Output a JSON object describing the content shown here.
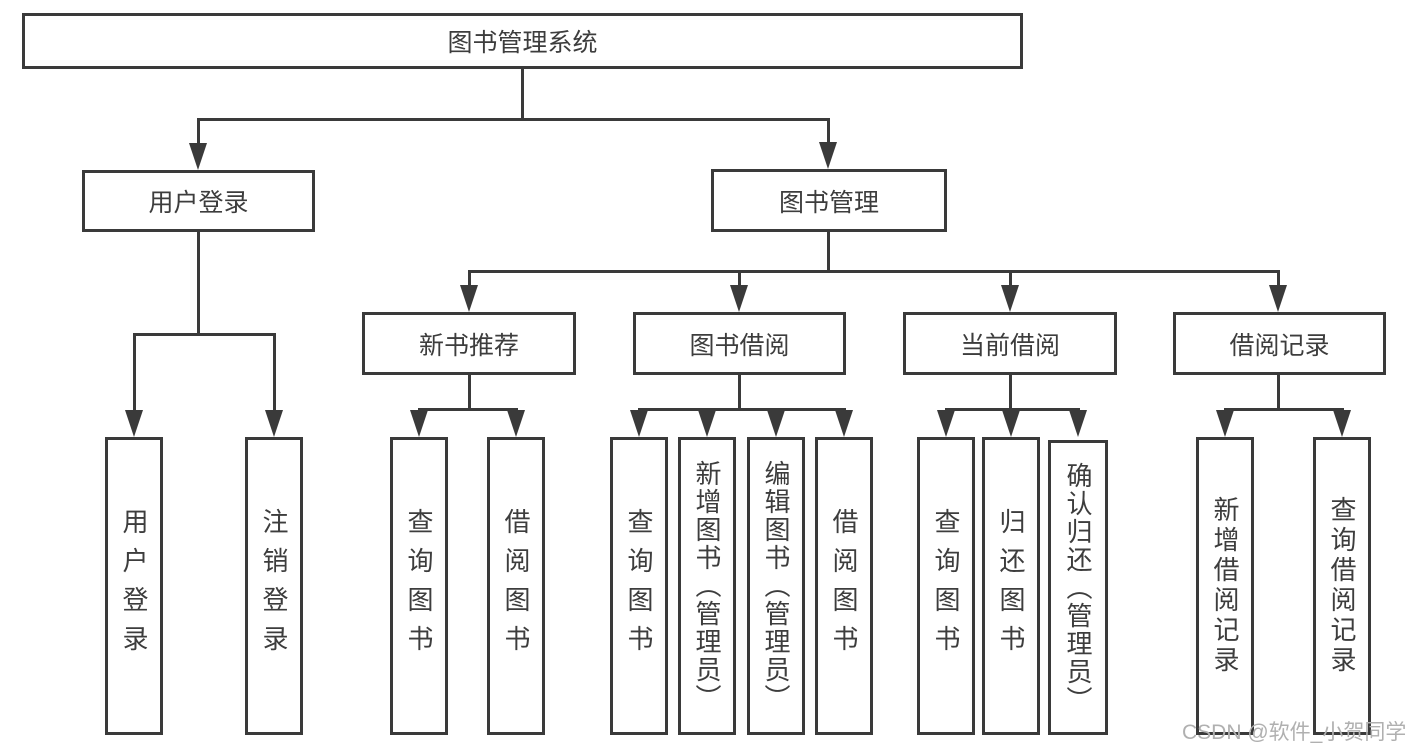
{
  "colors": {
    "line": "#3a3a3a",
    "box_border": "#3a3a3a",
    "text": "#3d3d3d",
    "watermark": "#b0b0b0",
    "background": "#ffffff"
  },
  "watermark": {
    "text": "CSDN @软件_小贺同学"
  },
  "tree": {
    "label": "图书管理系统",
    "children": [
      {
        "label": "用户登录",
        "children": [
          {
            "label": "用户登录"
          },
          {
            "label": "注销登录"
          }
        ]
      },
      {
        "label": "图书管理",
        "children": [
          {
            "label": "新书推荐",
            "children": [
              {
                "label": "查询图书"
              },
              {
                "label": "借阅图书"
              }
            ]
          },
          {
            "label": "图书借阅",
            "children": [
              {
                "label": "查询图书"
              },
              {
                "label": "新增图书（管理员）"
              },
              {
                "label": "编辑图书（管理员）"
              },
              {
                "label": "借阅图书"
              }
            ]
          },
          {
            "label": "当前借阅",
            "children": [
              {
                "label": "查询图书"
              },
              {
                "label": "归还图书"
              },
              {
                "label": "确认归还（管理员）"
              }
            ]
          },
          {
            "label": "借阅记录",
            "children": [
              {
                "label": "新增借阅记录"
              },
              {
                "label": "查询借阅记录"
              }
            ]
          }
        ]
      }
    ]
  }
}
